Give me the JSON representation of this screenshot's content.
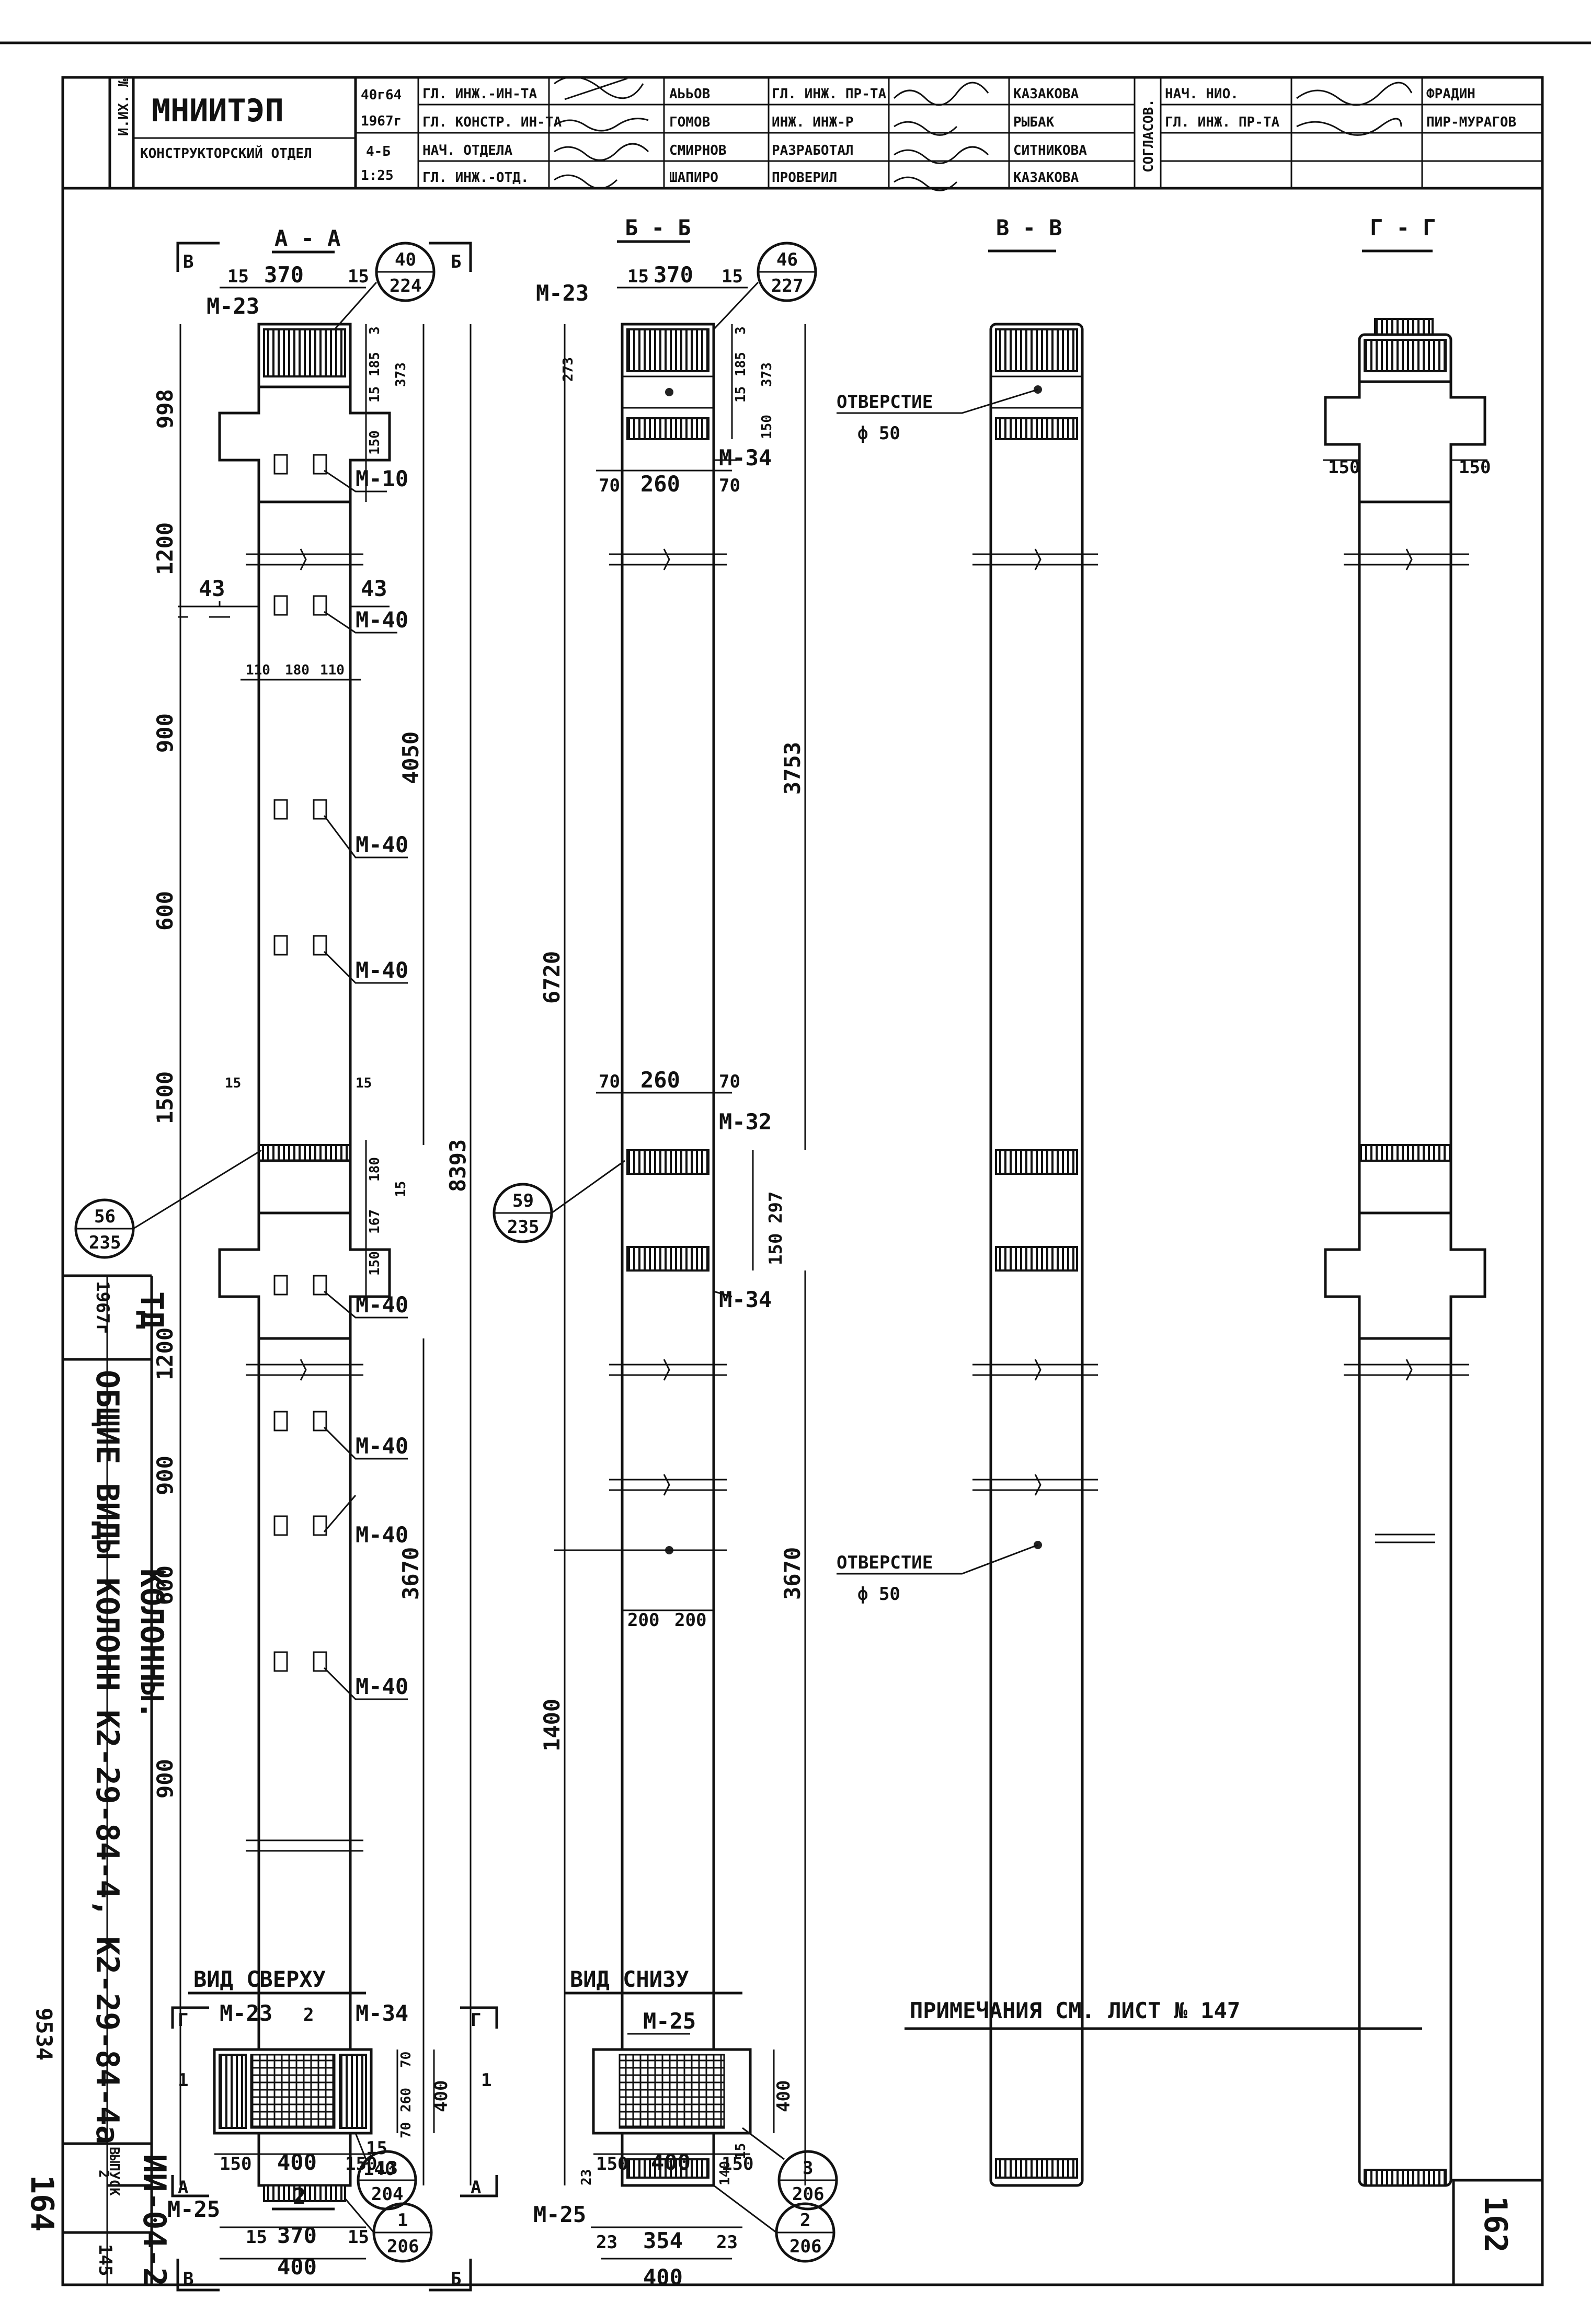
{
  "title_block": {
    "org": "МНИИТЭП",
    "dept": "КОНСТРУКТОРСКИЙ ОТДЕЛ",
    "side_label": "И.ИХ. №",
    "date_code": "40г64",
    "year": "1967г",
    "mark": "4-Б",
    "scale": "1:25",
    "roles": [
      "ГЛ. ИНЖ.-ИН-ТА",
      "ГЛ. КОНСТР. ИН-ТА",
      "НАЧ. ОТДЕЛА",
      "ГЛ. ИНЖ.-ОТД."
    ],
    "names1": [
      "АЬЬОВ",
      "ГОМОВ",
      "СМИРНОВ",
      "ШАПИРО"
    ],
    "roles2": [
      "ГЛ. ИНЖ. ПР-ТА",
      "ИНЖ. ИНЖ-Р",
      "РАЗРАБОТАЛ",
      "ПРОВЕРИЛ"
    ],
    "names2": [
      "КАЗАКОВА",
      "РЫБАК",
      "СИТНИКОВА",
      "КАЗАКОВА"
    ],
    "approved_label": "СОГЛАСОВ.",
    "right_roles": [
      "НАЧ. НИО.",
      "ГЛ. ИНЖ. ПР-ТА"
    ],
    "right_names": [
      "ФРАДИН",
      "ПИР-МУРАГОВ"
    ]
  },
  "side_block": {
    "series": "ТД",
    "year": "1967г",
    "title": "ОБЩИЕ ВИДЫ КОЛОНН К2-29-84-4, К2-29-84-4а",
    "subtitle": "КОЛОННЫ.",
    "code": "ИИ-04-2",
    "issue_label": "ВЫПУСК",
    "issue": "2",
    "sheet": "145",
    "archive": "9534",
    "number": "164"
  },
  "page_number": "162",
  "note": "ПРИМЕЧАНИЯ СМ. ЛИСТ № 147",
  "views": {
    "aa": {
      "title": "А - А",
      "cut_left": "В",
      "cut_right": "Б",
      "top_dims": [
        "15",
        "370",
        "15"
      ],
      "bottom_dims": [
        "15",
        "370",
        "15"
      ],
      "bottom_width": "400",
      "callout_top": [
        "40",
        "224"
      ],
      "callout_mid": [
        "56",
        "235"
      ],
      "callout_bot": [
        "1",
        "206"
      ],
      "left_dims": [
        "998",
        "1200",
        "900",
        "600",
        "1500",
        "1200",
        "900",
        "600",
        "900"
      ],
      "right_dims_top": [
        "3",
        "185",
        "15",
        "373",
        "150"
      ],
      "right_dims_mid": [
        "180",
        "15",
        "167",
        "150"
      ],
      "long_dims": [
        "4050",
        "3670",
        "8393"
      ],
      "nub_dims": [
        "43",
        "43",
        "110",
        "180",
        "110"
      ],
      "side_15": [
        "15",
        "15"
      ],
      "bot_small": [
        "140",
        "15"
      ],
      "labels": [
        "М-23",
        "М-10",
        "М-40",
        "М-40",
        "М-40",
        "М-40",
        "М-40",
        "М-40",
        "М-40",
        "М-25"
      ]
    },
    "bb": {
      "title": "Б - Б",
      "top_dims": [
        "15",
        "370",
        "15"
      ],
      "callout_top": [
        "46",
        "227"
      ],
      "callout_mid": [
        "59",
        "235"
      ],
      "callout_bot": [
        "2",
        "206"
      ],
      "right_dims_top": [
        "3",
        "185",
        "15",
        "373",
        "150"
      ],
      "mid_dims": [
        "70",
        "260",
        "70"
      ],
      "mid_dims2": [
        "70",
        "260",
        "70"
      ],
      "long_dims": [
        "6720",
        "3753",
        "3670",
        "1400",
        "297",
        "150"
      ],
      "bot_dims": [
        "23",
        "354",
        "23"
      ],
      "bot_width": "400",
      "hole_dims": [
        "200",
        "200"
      ],
      "side_dims": [
        "273",
        "23",
        "140",
        "15"
      ],
      "labels": [
        "М-23",
        "М-34",
        "М-32",
        "М-34",
        "М-25"
      ]
    },
    "vv": {
      "title": "В - В",
      "hole_label": "ОТВЕРСТИЕ",
      "hole_dia": "ф 50"
    },
    "gg": {
      "title": "Г - Г",
      "dims": [
        "150",
        "150"
      ]
    },
    "top_view": {
      "title": "ВИД СВЕРХУ",
      "labels": [
        "М-23",
        "М-34"
      ],
      "dims_bottom": [
        "150",
        "400",
        "150"
      ],
      "total": "2",
      "dims_right": [
        "70",
        "260",
        "70"
      ],
      "total_right": "400",
      "callout": [
        "13",
        "204"
      ],
      "marks": [
        "Г",
        "2",
        "Г",
        "1",
        "1",
        "А",
        "А"
      ]
    },
    "bottom_view": {
      "title": "ВИД СНИЗУ",
      "label": "М-25",
      "dims_bottom": [
        "150",
        "400",
        "150"
      ],
      "dim_right": "400",
      "callout": [
        "3",
        "206"
      ]
    }
  }
}
